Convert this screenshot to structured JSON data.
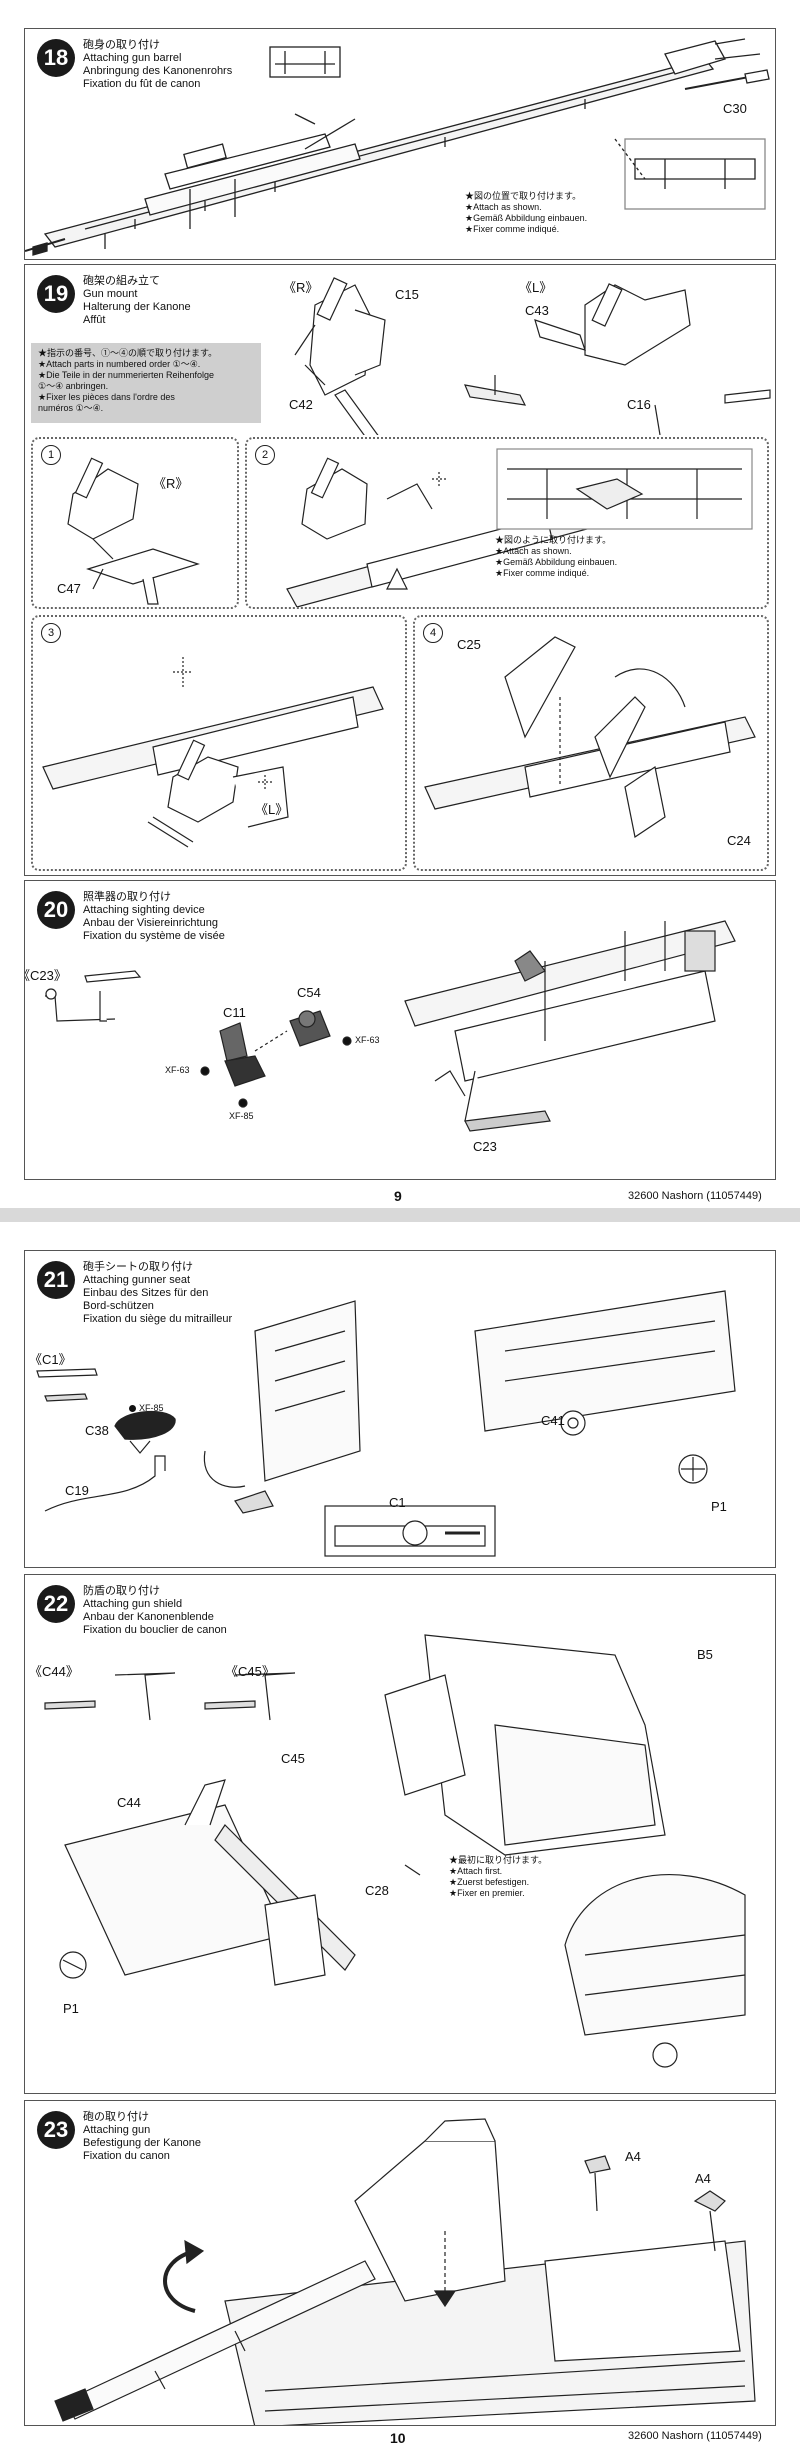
{
  "page9": {
    "page_number": "9",
    "footer": "32600 Nashorn (11057449)",
    "step18": {
      "num": "18",
      "title_jp": "砲身の取り付け",
      "title_en": "Attaching gun barrel",
      "title_de": "Anbringung des Kanonenrohrs",
      "title_fr": "Fixation du fût de canon",
      "part": "C30",
      "note": [
        "★図の位置で取り付けます。",
        "★Attach as shown.",
        "★Gemäß Abbildung einbauen.",
        "★Fixer comme indiqué."
      ]
    },
    "step19": {
      "num": "19",
      "title_jp": "砲架の組み立て",
      "title_en": "Gun mount",
      "title_de": "Halterung der Kanone",
      "title_fr": "Affût",
      "side_r": "《R》",
      "side_l": "《L》",
      "parts": {
        "c15": "C15",
        "c42": "C42",
        "c43": "C43",
        "c16": "C16",
        "c47": "C47",
        "c25": "C25",
        "c24": "C24"
      },
      "order_note": [
        "★指示の番号、①～④の順で取り付けます。",
        "★Attach parts in numbered order ①～④.",
        "★Die Teile in der nummerierten Reihenfolge",
        "①～④ anbringen.",
        "★Fixer les pièces dans l'ordre des",
        "numéros ①～④."
      ],
      "sub1": {
        "num": "1",
        "side": "《R》"
      },
      "sub2": {
        "num": "2",
        "note": [
          "★図のように取り付けます。",
          "★Attach as shown.",
          "★Gemäß Abbildung einbauen.",
          "★Fixer comme indiqué."
        ]
      },
      "sub3": {
        "num": "3",
        "side": "《L》"
      },
      "sub4": {
        "num": "4"
      }
    },
    "step20": {
      "num": "20",
      "title_jp": "照準器の取り付け",
      "title_en": "Attaching sighting device",
      "title_de": "Anbau der Visiereinrichtung",
      "title_fr": "Fixation du système de visée",
      "detail": "《C23》",
      "parts": {
        "c11": "C11",
        "c54": "C54",
        "c23": "C23"
      },
      "paints": {
        "xf63a": "XF-63",
        "xf63b": "XF-63",
        "xf85": "XF-85"
      }
    }
  },
  "page10": {
    "page_number": "10",
    "footer": "32600 Nashorn (11057449)",
    "step21": {
      "num": "21",
      "title_jp": "砲手シートの取り付け",
      "title_en": "Attaching gunner seat",
      "title_de1": "Einbau des Sitzes für den",
      "title_de2": "Bord-schützen",
      "title_fr": "Fixation du siège du mitrailleur",
      "detail": "《C1》",
      "paint": "XF-85",
      "parts": {
        "c38": "C38",
        "c19": "C19",
        "c1": "C1",
        "c41": "C41",
        "p1": "P1"
      }
    },
    "step22": {
      "num": "22",
      "title_jp": "防盾の取り付け",
      "title_en": "Attaching gun shield",
      "title_de": "Anbau der Kanonenblende",
      "title_fr": "Fixation du bouclier de canon",
      "detail_c44": "《C44》",
      "detail_c45": "《C45》",
      "parts": {
        "b5": "B5",
        "c45": "C45",
        "c44": "C44",
        "c28": "C28",
        "p1": "P1"
      },
      "note": [
        "★最初に取り付けます。",
        "★Attach first.",
        "★Zuerst befestigen.",
        "★Fixer en premier."
      ]
    },
    "step23": {
      "num": "23",
      "title_jp": "砲の取り付け",
      "title_en": "Attaching gun",
      "title_de": "Befestigung der Kanone",
      "title_fr": "Fixation du canon",
      "parts": {
        "a4a": "A4",
        "a4b": "A4"
      }
    }
  }
}
